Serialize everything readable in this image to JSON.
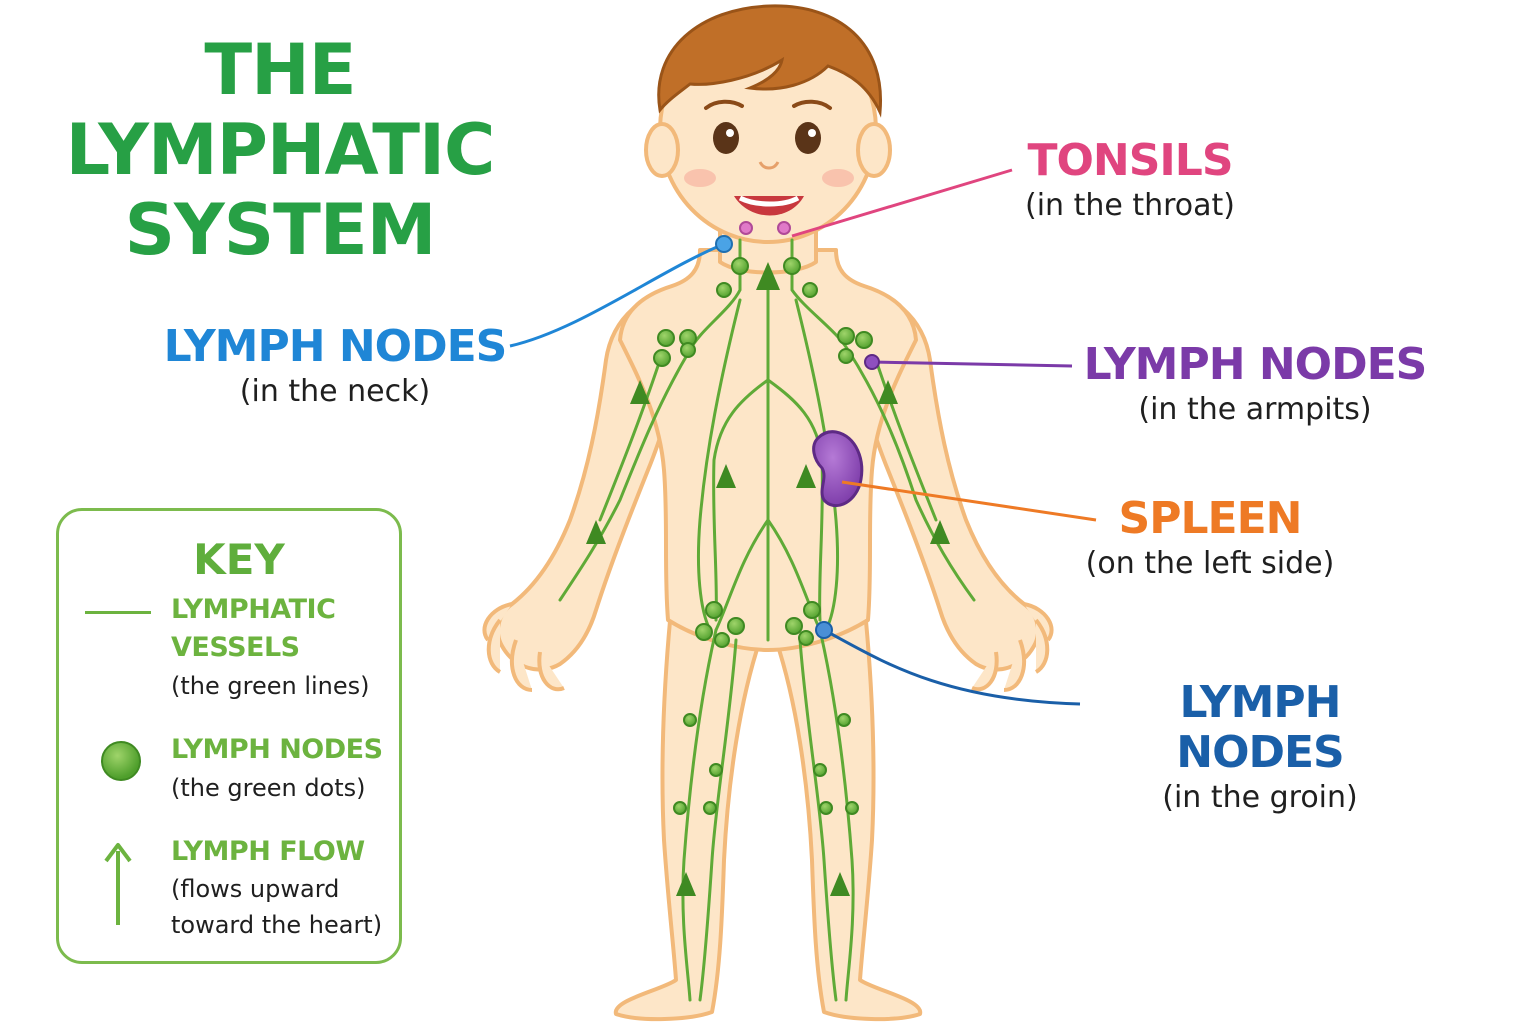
{
  "title": {
    "line1": "THE",
    "line2": "LYMPHATIC",
    "line3": "SYSTEM"
  },
  "labels": {
    "tonsils": {
      "head": "TONSILS",
      "sub": "(in the throat)"
    },
    "neck": {
      "head": "LYMPH NODES",
      "sub": "(in the neck)"
    },
    "armpits": {
      "head": "LYMPH NODES",
      "sub": "(in the armpits)"
    },
    "spleen": {
      "head": "SPLEEN",
      "sub": "(on the left side)"
    },
    "groin": {
      "head": "LYMPH NODES",
      "sub": "(in the groin)"
    }
  },
  "key": {
    "title": "KEY",
    "vessels": {
      "line1": "LYMPHATIC",
      "line2": "VESSELS",
      "sub": "(the green lines)"
    },
    "nodes": {
      "head": "LYMPH NODES",
      "sub": "(the green dots)"
    },
    "flow": {
      "head": "LYMPH FLOW",
      "sub1": "(flows upward",
      "sub2": "toward the heart)"
    }
  },
  "colors": {
    "title_green": "#27a045",
    "tonsils": "#e0457f",
    "neck": "#1f86d6",
    "armpits": "#7b3aa8",
    "spleen": "#ee7a25",
    "groin": "#1a5fa8",
    "vessel_green": "#6cb33f",
    "skin": "#fde6c8",
    "skin_outline": "#f2b97a",
    "hair": "#b5651d"
  },
  "icons": [
    "child-body-illustration",
    "lymph-node-dot-icon",
    "flow-arrow-icon",
    "spleen-organ-icon"
  ]
}
